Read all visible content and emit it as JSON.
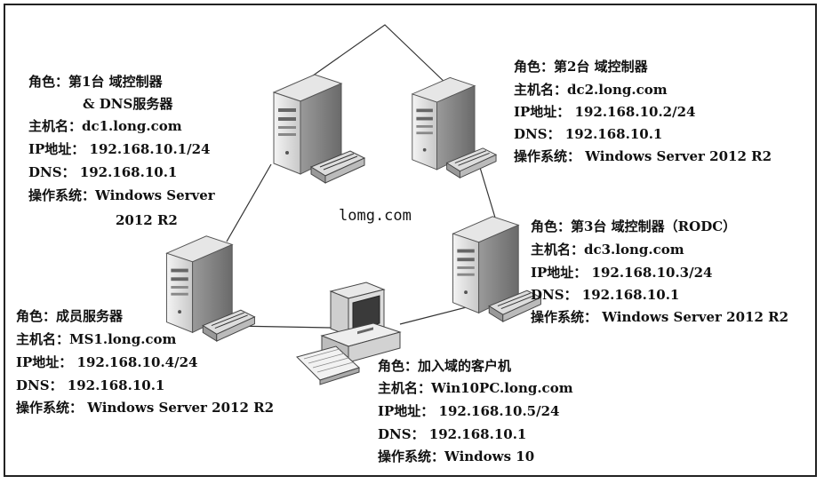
{
  "domain_label": "lomg.com",
  "nodes": {
    "dc1": {
      "role": "角色：第1台 域控制器",
      "role_cont": "& DNS服务器",
      "host": "主机名：dc1.long.com",
      "ip": "IP地址： 192.168.10.1/24",
      "dns": "DNS： 192.168.10.1",
      "os": "操作系统：Windows Server",
      "os_cont": "2012 R2"
    },
    "dc2": {
      "role": "角色：第2台 域控制器",
      "host": "主机名：dc2.long.com",
      "ip": "IP地址： 192.168.10.2/24",
      "dns": "DNS： 192.168.10.1",
      "os": "操作系统： Windows Server 2012 R2"
    },
    "dc3": {
      "role": "角色：第3台 域控制器（RODC）",
      "host": "主机名：dc3.long.com",
      "ip": "IP地址： 192.168.10.3/24",
      "dns": "DNS： 192.168.10.1",
      "os": "操作系统： Windows Server 2012 R2"
    },
    "ms1": {
      "role": "角色：成员服务器",
      "host": "主机名：MS1.long.com",
      "ip": "IP地址： 192.168.10.4/24",
      "dns": "DNS： 192.168.10.1",
      "os": "操作系统： Windows Server 2012 R2"
    },
    "client": {
      "role": "角色：加入域的客户机",
      "host": "主机名：Win10PC.long.com",
      "ip": "IP地址： 192.168.10.5/24",
      "dns": "DNS： 192.168.10.1",
      "os": "操作系统：Windows 10"
    }
  }
}
